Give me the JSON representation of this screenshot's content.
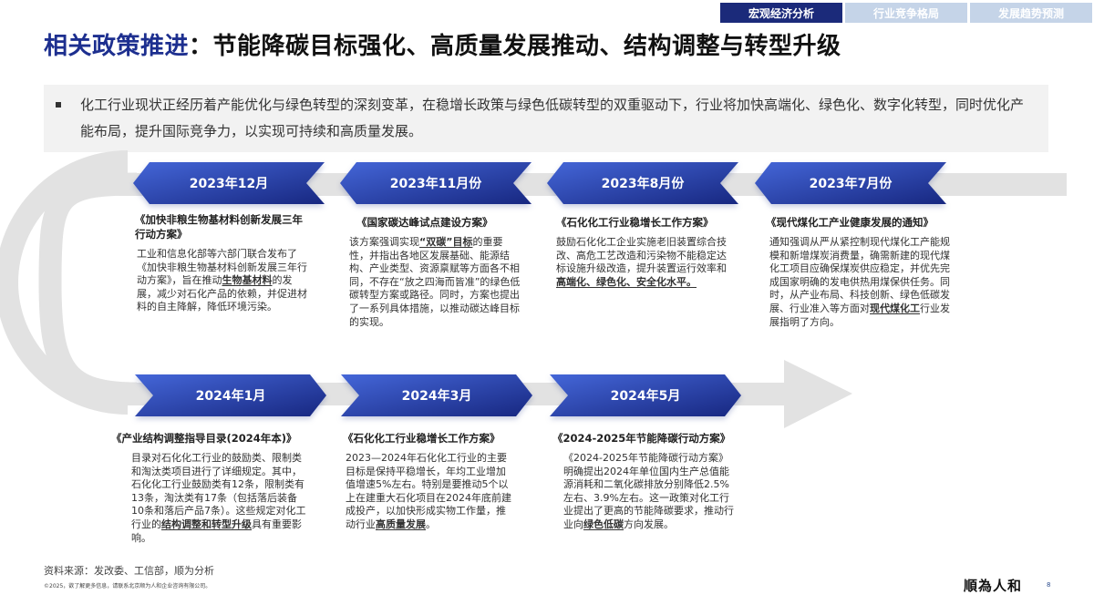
{
  "top_tabs": [
    {
      "label": "宏观经济分析",
      "active": true
    },
    {
      "label": "行业竞争格局",
      "active": false
    },
    {
      "label": "发展趋势预测",
      "active": false
    }
  ],
  "header": {
    "title_accent": "相关政策推进",
    "title_rest": "：节能降碳目标强化、高质量发展推动、结构调整与转型升级"
  },
  "summary": {
    "text": "化工行业现状正经历着产能优化与绿色转型的深刻变革，在稳增长政策与绿色低碳转型的双重驱动下，行业将加快高端化、绿色化、数字化转型，同时优化产能布局，提升国际竞争力，以实现可持续和高质量发展。"
  },
  "colors": {
    "accent": "#1d2f8f",
    "banner_light": "#3f5fd0",
    "banner_dark": "#1a2a82",
    "track": "#e2e2e2",
    "summary_bg": "#f2f2f2"
  },
  "timeline": {
    "top_row": [
      {
        "date": "2023年12月",
        "title": "《加快非粮生物基材料创新发展三年行动方案》",
        "body_pre": "工业和信息化部等六部门联合发布了《加快非粮生物基材料创新发展三年行动方案》，旨在推动",
        "body_emph": "生物基材料",
        "body_post": "的发展，减少对石化产品的依赖，并促进材料的自主降解，降低环境污染。"
      },
      {
        "date": "2023年11月份",
        "title": "《国家碳达峰试点建设方案》",
        "body_pre": "该方案强调实现",
        "body_emph": "“双碳”目标",
        "body_post": "的重要性，并指出各地区发展基础、能源结构、产业类型、资源禀赋等方面各不相同，不存在“放之四海而皆准”的绿色低碳转型方案或路径。同时，方案也提出了一系列具体措施，以推动碳达峰目标的实现。"
      },
      {
        "date": "2023年8月份",
        "title": "《石化化工行业稳增长工作方案》",
        "body_pre": "鼓励石化化工企业实施老旧装置综合技改、高危工艺改造和污染物不能稳定达标设施升级改造，提升装置运行效率和",
        "body_emph": "高端化、绿色化、安全化水平。",
        "body_post": ""
      },
      {
        "date": "2023年7月份",
        "title": "《现代煤化工产业健康发展的通知》",
        "body_pre": "通知强调从严从紧控制现代煤化工产能规模和新增煤炭消费量，确需新建的现代煤化工项目应确保煤炭供应稳定，并优先完成国家明确的发电供热用煤保供任务。同时，从产业布局、科技创新、绿色低碳发展、行业准入等方面对",
        "body_emph": "现代煤化工",
        "body_post": "行业发展指明了方向。"
      }
    ],
    "bottom_row": [
      {
        "date": "2024年1月",
        "title": "《产业结构调整指导目录(2024年本)》",
        "body_pre": "目录对石化化工行业的鼓励类、限制类和淘汰类项目进行了详细规定。其中，石化化工行业鼓励类有12条，限制类有13条，淘汰类有17条（包括落后装备10条和落后产品7条）。这些规定对化工行业的",
        "body_emph": "结构调整和转型升级",
        "body_post": "具有重要影响。"
      },
      {
        "date": "2024年3月",
        "title": "《石化化工行业稳增长工作方案》",
        "body_pre": "2023—2024年石化化工行业的主要目标是保持平稳增长，年均工业增加值增速5%左右。特别是要推动5个以上在建重大石化项目在2024年底前建成投产，以加快形成实物工作量，推动行业",
        "body_emph": "高质量发展",
        "body_post": "。"
      },
      {
        "date": "2024年5月",
        "title": "《2024-2025年节能降碳行动方案》",
        "body_pre": "《2024-2025年节能降碳行动方案》明确提出2024年单位国内生产总值能源消耗和二氧化碳排放分别降低2.5%左右、3.9%左右。这一政策对化工行业提出了更高的节能降碳要求，推动行业向",
        "body_emph": "绿色低碳",
        "body_post": "方向发展。"
      }
    ]
  },
  "footer": {
    "source": "资料来源：发改委、工信部，顺为分析",
    "copyright": "©2025，欲了解更多信息，请联系北京顺为人和企业咨询有限公司。",
    "brand": "順為人和",
    "page_number": "8"
  }
}
